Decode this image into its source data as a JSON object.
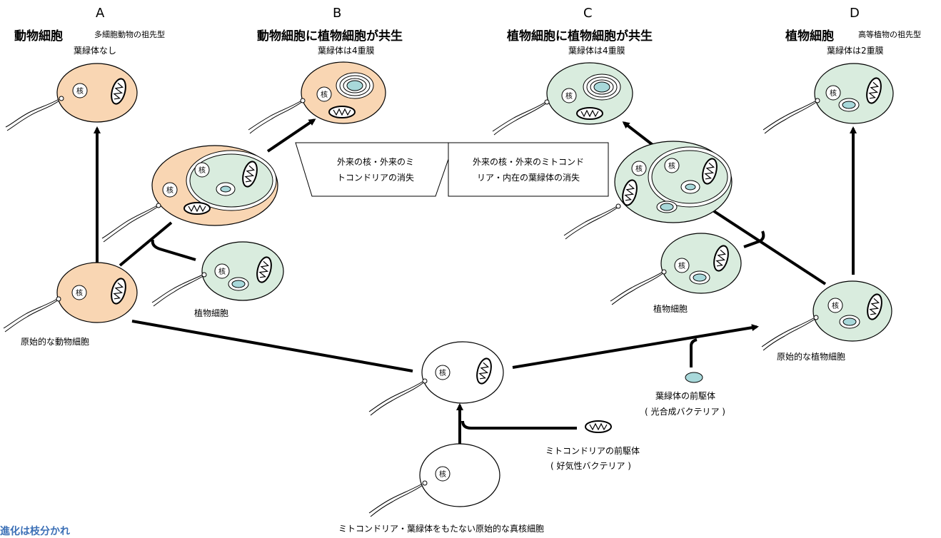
{
  "columns": {
    "A": {
      "letter": "A",
      "title": "動物細胞",
      "subtitle": "多細胞動物の祖先型",
      "note": "葉緑体なし"
    },
    "B": {
      "letter": "B",
      "title": "動物細胞に植物細胞が共生",
      "note": "葉緑体は4重膜"
    },
    "C": {
      "letter": "C",
      "title": "植物細胞に植物細胞が共生",
      "note": "葉緑体は4重膜"
    },
    "D": {
      "letter": "D",
      "title": "植物細胞",
      "subtitle": "高等植物の祖先型",
      "note": "葉緑体は2重膜"
    }
  },
  "boxes": {
    "left": "外来の核・外来のミ\nトコンドリアの消失",
    "right": "外来の核・外来のミトコンド\nリア・内在の葉緑体の消失"
  },
  "labels": {
    "plant_cell_left": "植物細胞",
    "plant_cell_right": "植物細胞",
    "primitive_animal": "原始的な動物細胞",
    "primitive_plant": "原始的な植物細胞",
    "chloroplast_precursor": "葉緑体の前駆体",
    "chloroplast_precursor_sub": "( 光合成バクテリア )",
    "mito_precursor": "ミトコンドリアの前駆体",
    "mito_precursor_sub": "( 好気性バクテリア )",
    "primitive_eukaryote": "ミトコンドリア・葉緑体をもたない原始的な真核細胞",
    "nucleus": "核",
    "bottom_left_note": "進化は枝分かれ"
  },
  "colors": {
    "animal": "#f9d6b3",
    "plant": "#d9ecde",
    "chloroplast": "#a8d8da",
    "arrow": "#000000",
    "bottom_note": "#3b6fb6"
  }
}
